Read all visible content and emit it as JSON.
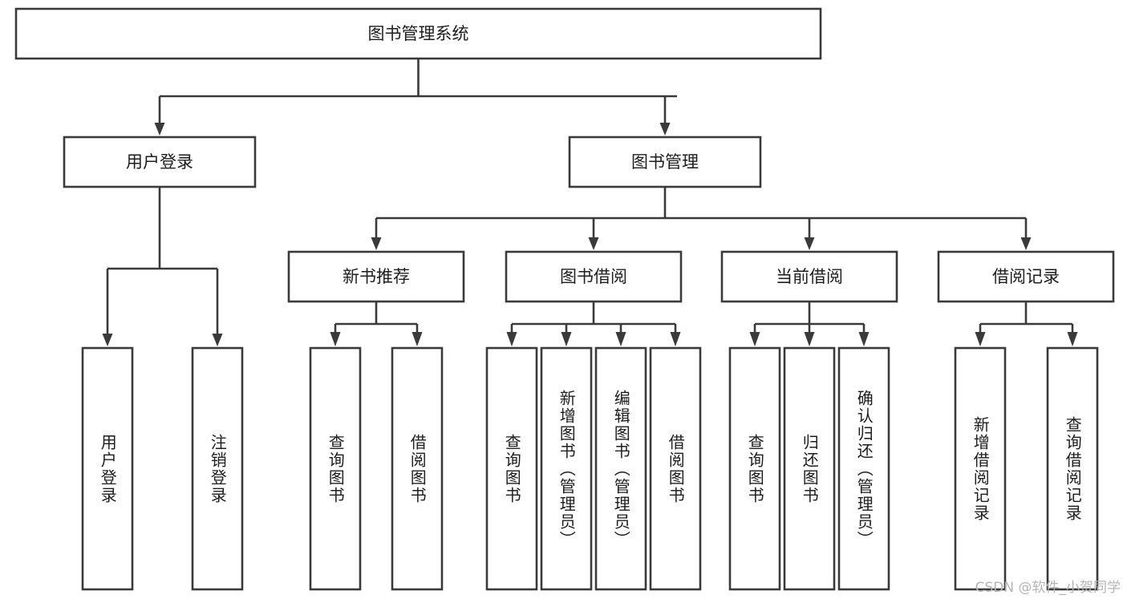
{
  "diagram": {
    "type": "tree",
    "title": "图书管理系统",
    "orientation": "top-down",
    "colors": {
      "box_stroke": "#3a3a3a",
      "box_fill": "#ffffff",
      "text": "#1d1d1d",
      "background": "#ffffff",
      "watermark": "#b4b4b4"
    },
    "root": {
      "label": "图书管理系统"
    },
    "level2": [
      {
        "id": "user-login",
        "label": "用户登录"
      },
      {
        "id": "book-manage",
        "label": "图书管理"
      }
    ],
    "level3": [
      {
        "id": "new-book-recommend",
        "label": "新书推荐",
        "parent": "book-manage"
      },
      {
        "id": "book-borrow",
        "label": "图书借阅",
        "parent": "book-manage"
      },
      {
        "id": "current-borrow",
        "label": "当前借阅",
        "parent": "book-manage"
      },
      {
        "id": "borrow-record",
        "label": "借阅记录",
        "parent": "book-manage"
      }
    ],
    "leaves": [
      {
        "id": "leaf-user-login",
        "label": "用户登录",
        "parent": "user-login"
      },
      {
        "id": "leaf-logout-login",
        "label": "注销登录",
        "parent": "user-login"
      },
      {
        "id": "leaf-query-book-1",
        "label": "查询图书",
        "parent": "new-book-recommend"
      },
      {
        "id": "leaf-borrow-book-1",
        "label": "借阅图书",
        "parent": "new-book-recommend"
      },
      {
        "id": "leaf-query-book-2",
        "label": "查询图书",
        "parent": "book-borrow"
      },
      {
        "id": "leaf-add-book",
        "label": "新增图书（管理员）",
        "parent": "book-borrow"
      },
      {
        "id": "leaf-edit-book",
        "label": "编辑图书（管理员）",
        "parent": "book-borrow"
      },
      {
        "id": "leaf-borrow-book-2",
        "label": "借阅图书",
        "parent": "book-borrow"
      },
      {
        "id": "leaf-query-book-3",
        "label": "查询图书",
        "parent": "current-borrow"
      },
      {
        "id": "leaf-return-book",
        "label": "归还图书",
        "parent": "current-borrow"
      },
      {
        "id": "leaf-confirm-return",
        "label": "确认归还（管理员）",
        "parent": "current-borrow"
      },
      {
        "id": "leaf-add-record",
        "label": "新增借阅记录",
        "parent": "borrow-record"
      },
      {
        "id": "leaf-query-record",
        "label": "查询借阅记录",
        "parent": "borrow-record"
      }
    ]
  },
  "watermark": {
    "text": "CSDN @软件_小贺同学"
  }
}
